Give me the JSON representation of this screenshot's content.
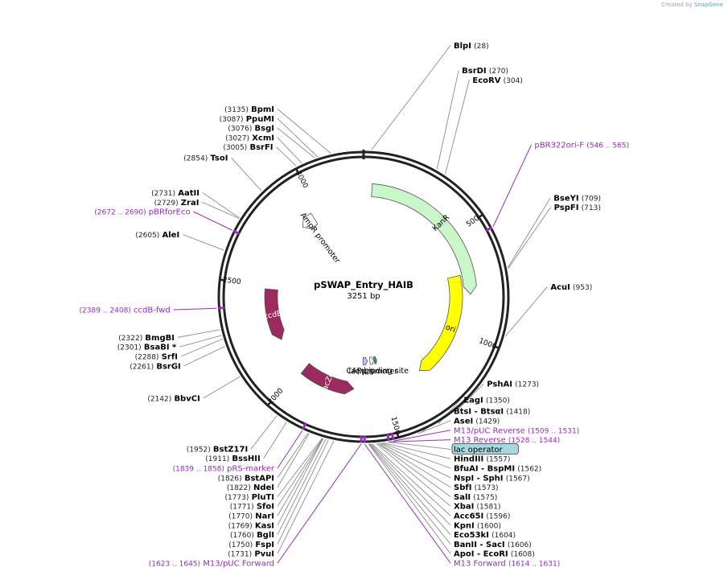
{
  "credit": {
    "prefix": "Created by",
    "brand": "SnapGene"
  },
  "plasmid": {
    "name": "pSWAP_Entry_HAIB",
    "length_label": "3251 bp",
    "length": 3251
  },
  "ticks": [
    {
      "pos": 500,
      "label": "500"
    },
    {
      "pos": 1000,
      "label": "1000"
    },
    {
      "pos": 1500,
      "label": "1500"
    },
    {
      "pos": 2000,
      "label": "2000"
    },
    {
      "pos": 2500,
      "label": "2500"
    },
    {
      "pos": 3000,
      "label": "3000"
    }
  ],
  "features": [
    {
      "name": "KanR",
      "start": 40,
      "end": 800,
      "color": "#c9f7c9",
      "ring": 1
    },
    {
      "name": "ori",
      "start": 700,
      "end": 1290,
      "color": "#ffff00",
      "ring": 2
    },
    {
      "name": "lacZα",
      "start": 1680,
      "end": 1980,
      "color": "#9b2a5e",
      "ring": 2
    },
    {
      "name": "ccdB",
      "start": 2190,
      "end": 2480,
      "color": "#9b2a5e",
      "ring": 2
    },
    {
      "name": "AmpR promoter",
      "start": 2880,
      "end": 2960,
      "color": "#ffffff",
      "ring": 2
    },
    {
      "name": "MCS",
      "start": 1595,
      "end": 1630,
      "color": "#b6c8ff",
      "ring": 3
    },
    {
      "name": "lac promoter",
      "start": 1545,
      "end": 1575,
      "color": "#ffffff",
      "ring": 3
    },
    {
      "name": "CAP binding site",
      "start": 1520,
      "end": 1540,
      "color": "#2f8fa0",
      "ring": 3
    }
  ],
  "primer_ticks": [
    {
      "name": "pBR322ori-F",
      "pos": 556
    },
    {
      "name": "M13/pUC Reverse",
      "pos": 1520
    },
    {
      "name": "M13 Reverse",
      "pos": 1536
    },
    {
      "name": "M13/pUC Forward",
      "pos": 1634
    },
    {
      "name": "M13 Forward",
      "pos": 1622
    },
    {
      "name": "pRS-marker",
      "pos": 1848
    },
    {
      "name": "ccdB-fwd",
      "pos": 2398
    },
    {
      "name": "pBRforEco",
      "pos": 2681
    }
  ],
  "labels": [
    {
      "name": "BpmI",
      "pos_label": "(3135)",
      "pos": 3135,
      "kind": "enzyme"
    },
    {
      "name": "PpuMI",
      "pos_label": "(3087)",
      "pos": 3087,
      "kind": "enzyme"
    },
    {
      "name": "BsgI",
      "pos_label": "(3076)",
      "pos": 3076,
      "kind": "enzyme"
    },
    {
      "name": "XcmI",
      "pos_label": "(3027)",
      "pos": 3027,
      "kind": "enzyme"
    },
    {
      "name": "BsrFI",
      "pos_label": "(3005)",
      "pos": 3005,
      "kind": "enzyme"
    },
    {
      "name": "TsoI",
      "pos_label": "(2854)",
      "pos": 2854,
      "kind": "enzyme"
    },
    {
      "name": "AatII",
      "pos_label": "(2731)",
      "pos": 2731,
      "kind": "enzyme"
    },
    {
      "name": "ZraI",
      "pos_label": "(2729)",
      "pos": 2729,
      "kind": "enzyme"
    },
    {
      "name": "pBRforEco",
      "pos_label": "(2672 .. 2690)",
      "pos": 2681,
      "kind": "primer"
    },
    {
      "name": "AleI",
      "pos_label": "(2605)",
      "pos": 2605,
      "kind": "enzyme"
    },
    {
      "name": "ccdB-fwd",
      "pos_label": "(2389 .. 2408)",
      "pos": 2398,
      "kind": "primer"
    },
    {
      "name": "BmgBI",
      "pos_label": "(2322)",
      "pos": 2322,
      "kind": "enzyme"
    },
    {
      "name": "BsaBI *",
      "pos_label": "(2301)",
      "pos": 2301,
      "kind": "enzyme"
    },
    {
      "name": "SrfI",
      "pos_label": "(2288)",
      "pos": 2288,
      "kind": "enzyme"
    },
    {
      "name": "BsrGI",
      "pos_label": "(2261)",
      "pos": 2261,
      "kind": "enzyme"
    },
    {
      "name": "BbvCI",
      "pos_label": "(2142)",
      "pos": 2142,
      "kind": "enzyme"
    },
    {
      "name": "BstZ17I",
      "pos_label": "(1952)",
      "pos": 1952,
      "kind": "enzyme"
    },
    {
      "name": "BssHII",
      "pos_label": "(1911)",
      "pos": 1911,
      "kind": "enzyme"
    },
    {
      "name": "pRS-marker",
      "pos_label": "(1839 .. 1858)",
      "pos": 1848,
      "kind": "primer"
    },
    {
      "name": "BstAPI",
      "pos_label": "(1826)",
      "pos": 1826,
      "kind": "enzyme"
    },
    {
      "name": "NdeI",
      "pos_label": "(1822)",
      "pos": 1822,
      "kind": "enzyme"
    },
    {
      "name": "PluTI",
      "pos_label": "(1773)",
      "pos": 1773,
      "kind": "enzyme"
    },
    {
      "name": "SfoI",
      "pos_label": "(1771)",
      "pos": 1771,
      "kind": "enzyme"
    },
    {
      "name": "NarI",
      "pos_label": "(1770)",
      "pos": 1770,
      "kind": "enzyme"
    },
    {
      "name": "KasI",
      "pos_label": "(1769)",
      "pos": 1769,
      "kind": "enzyme"
    },
    {
      "name": "BglI",
      "pos_label": "(1760)",
      "pos": 1760,
      "kind": "enzyme"
    },
    {
      "name": "FspI",
      "pos_label": "(1750)",
      "pos": 1750,
      "kind": "enzyme"
    },
    {
      "name": "PvuI",
      "pos_label": "(1731)",
      "pos": 1731,
      "kind": "enzyme"
    },
    {
      "name": "M13/pUC Forward",
      "pos_label": "(1623 .. 1645)",
      "pos": 1634,
      "kind": "primer"
    },
    {
      "name": "M13 Forward",
      "pos_label": "(1614 .. 1631)",
      "pos": 1622,
      "kind": "primer"
    },
    {
      "name": "BlpI",
      "pos_label": "(28)",
      "pos": 28,
      "kind": "enzyme"
    },
    {
      "name": "BsrDI",
      "pos_label": "(270)",
      "pos": 270,
      "kind": "enzyme"
    },
    {
      "name": "EcoRV",
      "pos_label": "(304)",
      "pos": 304,
      "kind": "enzyme"
    },
    {
      "name": "pBR322ori-F",
      "pos_label": "(546 .. 565)",
      "pos": 556,
      "kind": "primer"
    },
    {
      "name": "BseYI",
      "pos_label": "(709)",
      "pos": 709,
      "kind": "enzyme"
    },
    {
      "name": "PspFI",
      "pos_label": "(713)",
      "pos": 713,
      "kind": "enzyme"
    },
    {
      "name": "AcuI",
      "pos_label": "(953)",
      "pos": 953,
      "kind": "enzyme"
    },
    {
      "name": "PshAI",
      "pos_label": "(1273)",
      "pos": 1273,
      "kind": "enzyme"
    },
    {
      "name": "EagI",
      "pos_label": "(1350)",
      "pos": 1350,
      "kind": "enzyme"
    },
    {
      "name": "BtsI - BtsαI",
      "pos_label": "(1418)",
      "pos": 1418,
      "kind": "enzyme"
    },
    {
      "name": "AseI",
      "pos_label": "(1429)",
      "pos": 1429,
      "kind": "enzyme"
    },
    {
      "name": "M13/pUC Reverse",
      "pos_label": "(1509 .. 1531)",
      "pos": 1520,
      "kind": "primer"
    },
    {
      "name": "lac operator",
      "pos_label": "",
      "pos": 1540,
      "kind": "feature"
    },
    {
      "name": "M13 Reverse",
      "pos_label": "(1528 .. 1544)",
      "pos": 1536,
      "kind": "primer"
    },
    {
      "name": "HindIII",
      "pos_label": "(1557)",
      "pos": 1557,
      "kind": "enzyme"
    },
    {
      "name": "BfuAI - BspMI",
      "pos_label": "(1562)",
      "pos": 1562,
      "kind": "enzyme"
    },
    {
      "name": "NspI - SphI",
      "pos_label": "(1567)",
      "pos": 1567,
      "kind": "enzyme"
    },
    {
      "name": "SbfI",
      "pos_label": "(1573)",
      "pos": 1573,
      "kind": "enzyme"
    },
    {
      "name": "SalI",
      "pos_label": "(1575)",
      "pos": 1575,
      "kind": "enzyme"
    },
    {
      "name": "XbaI",
      "pos_label": "(1581)",
      "pos": 1581,
      "kind": "enzyme"
    },
    {
      "name": "Acc65I",
      "pos_label": "(1596)",
      "pos": 1596,
      "kind": "enzyme"
    },
    {
      "name": "KpnI",
      "pos_label": "(1600)",
      "pos": 1600,
      "kind": "enzyme"
    },
    {
      "name": "Eco53kI",
      "pos_label": "(1604)",
      "pos": 1604,
      "kind": "enzyme"
    },
    {
      "name": "BanII - SacI",
      "pos_label": "(1606)",
      "pos": 1606,
      "kind": "enzyme"
    },
    {
      "name": "ApoI - EcoRI",
      "pos_label": "(1608)",
      "pos": 1608,
      "kind": "enzyme"
    }
  ],
  "colors": {
    "enzyme": "#000000",
    "primer": "#9a2ac0",
    "line": "#8c8c8c",
    "backbone": "#222222"
  }
}
